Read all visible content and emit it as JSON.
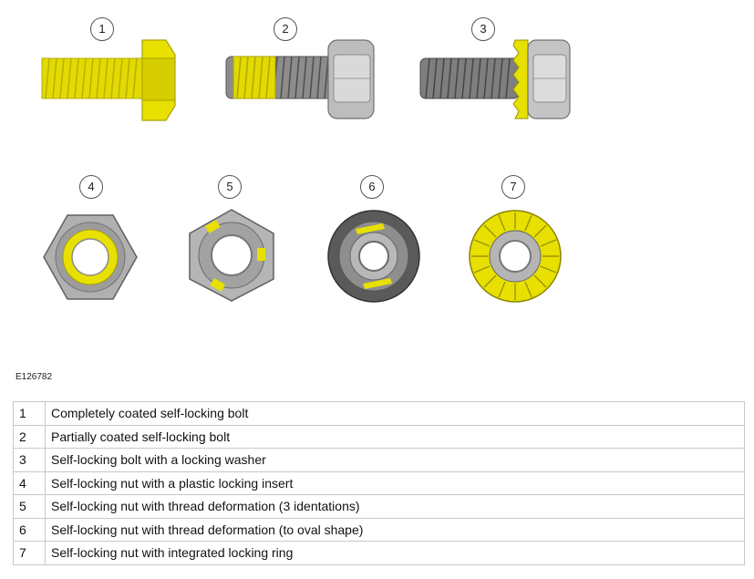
{
  "figure_id": "E126782",
  "items": [
    {
      "num": "1",
      "desc": "Completely coated self-locking bolt"
    },
    {
      "num": "2",
      "desc": "Partially coated self-locking bolt"
    },
    {
      "num": "3",
      "desc": "Self-locking bolt with a locking washer"
    },
    {
      "num": "4",
      "desc": "Self-locking nut with a plastic locking insert"
    },
    {
      "num": "5",
      "desc": "Self-locking nut with thread deformation (3 identations)"
    },
    {
      "num": "6",
      "desc": "Self-locking nut with thread deformation (to oval shape)"
    },
    {
      "num": "7",
      "desc": "Self-locking nut with integrated locking ring"
    }
  ],
  "colors": {
    "highlight": "#e8e000",
    "metal": "#a9a9a9",
    "dark_metal": "#5a5a5a"
  }
}
